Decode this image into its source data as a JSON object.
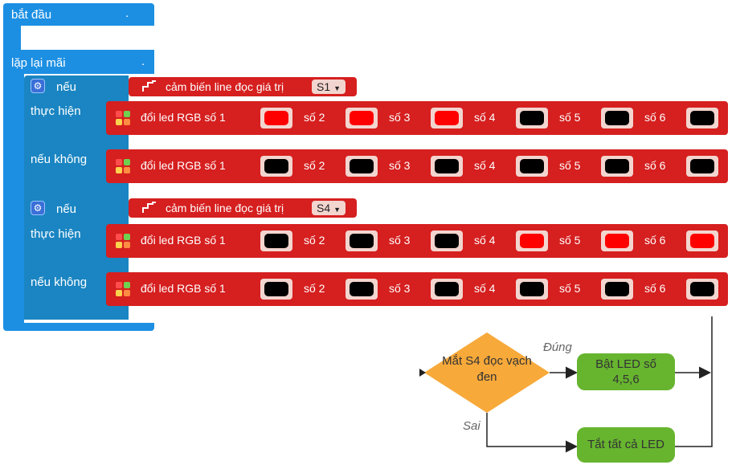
{
  "blocks": {
    "start_label": "bắt đầu",
    "start_dot": ".",
    "loop_label": "lặp lại mãi",
    "loop_dot": ".",
    "if1": {
      "if_label": "nếu",
      "sensor_label": "cảm biến line đọc giá trị",
      "sensor_value": "S1",
      "then_label": "thực hiện",
      "else_label": "nếu không"
    },
    "if2": {
      "if_label": "nếu",
      "sensor_label": "cảm biến line đọc giá trị",
      "sensor_value": "S4",
      "then_label": "thực hiện",
      "else_label": "nếu không"
    },
    "led_label": "đổi led RGB số 1",
    "led_nums": [
      "số 2",
      "số 3",
      "số 4",
      "số 5",
      "số 6"
    ],
    "rows": [
      {
        "colors": [
          "#ff0000",
          "#ff0000",
          "#ff0000",
          "#000000",
          "#000000",
          "#000000"
        ]
      },
      {
        "colors": [
          "#000000",
          "#000000",
          "#000000",
          "#000000",
          "#000000",
          "#000000"
        ]
      },
      {
        "colors": [
          "#000000",
          "#000000",
          "#000000",
          "#ff0000",
          "#ff0000",
          "#ff0000"
        ]
      },
      {
        "colors": [
          "#000000",
          "#000000",
          "#000000",
          "#000000",
          "#000000",
          "#000000"
        ]
      }
    ]
  },
  "flowchart": {
    "decision": "Mắt S4 đọc vạch đen",
    "true_label": "Đúng",
    "false_label": "Sai",
    "true_action": "Bật LED số 4,5,6",
    "false_action": "Tắt tất cả LED"
  },
  "colors": {
    "block_blue": "#1c8fe3",
    "block_teal": "#1a85c2",
    "block_red": "#d61f1f",
    "decision_orange": "#f7a93a",
    "action_green": "#67b52f"
  }
}
